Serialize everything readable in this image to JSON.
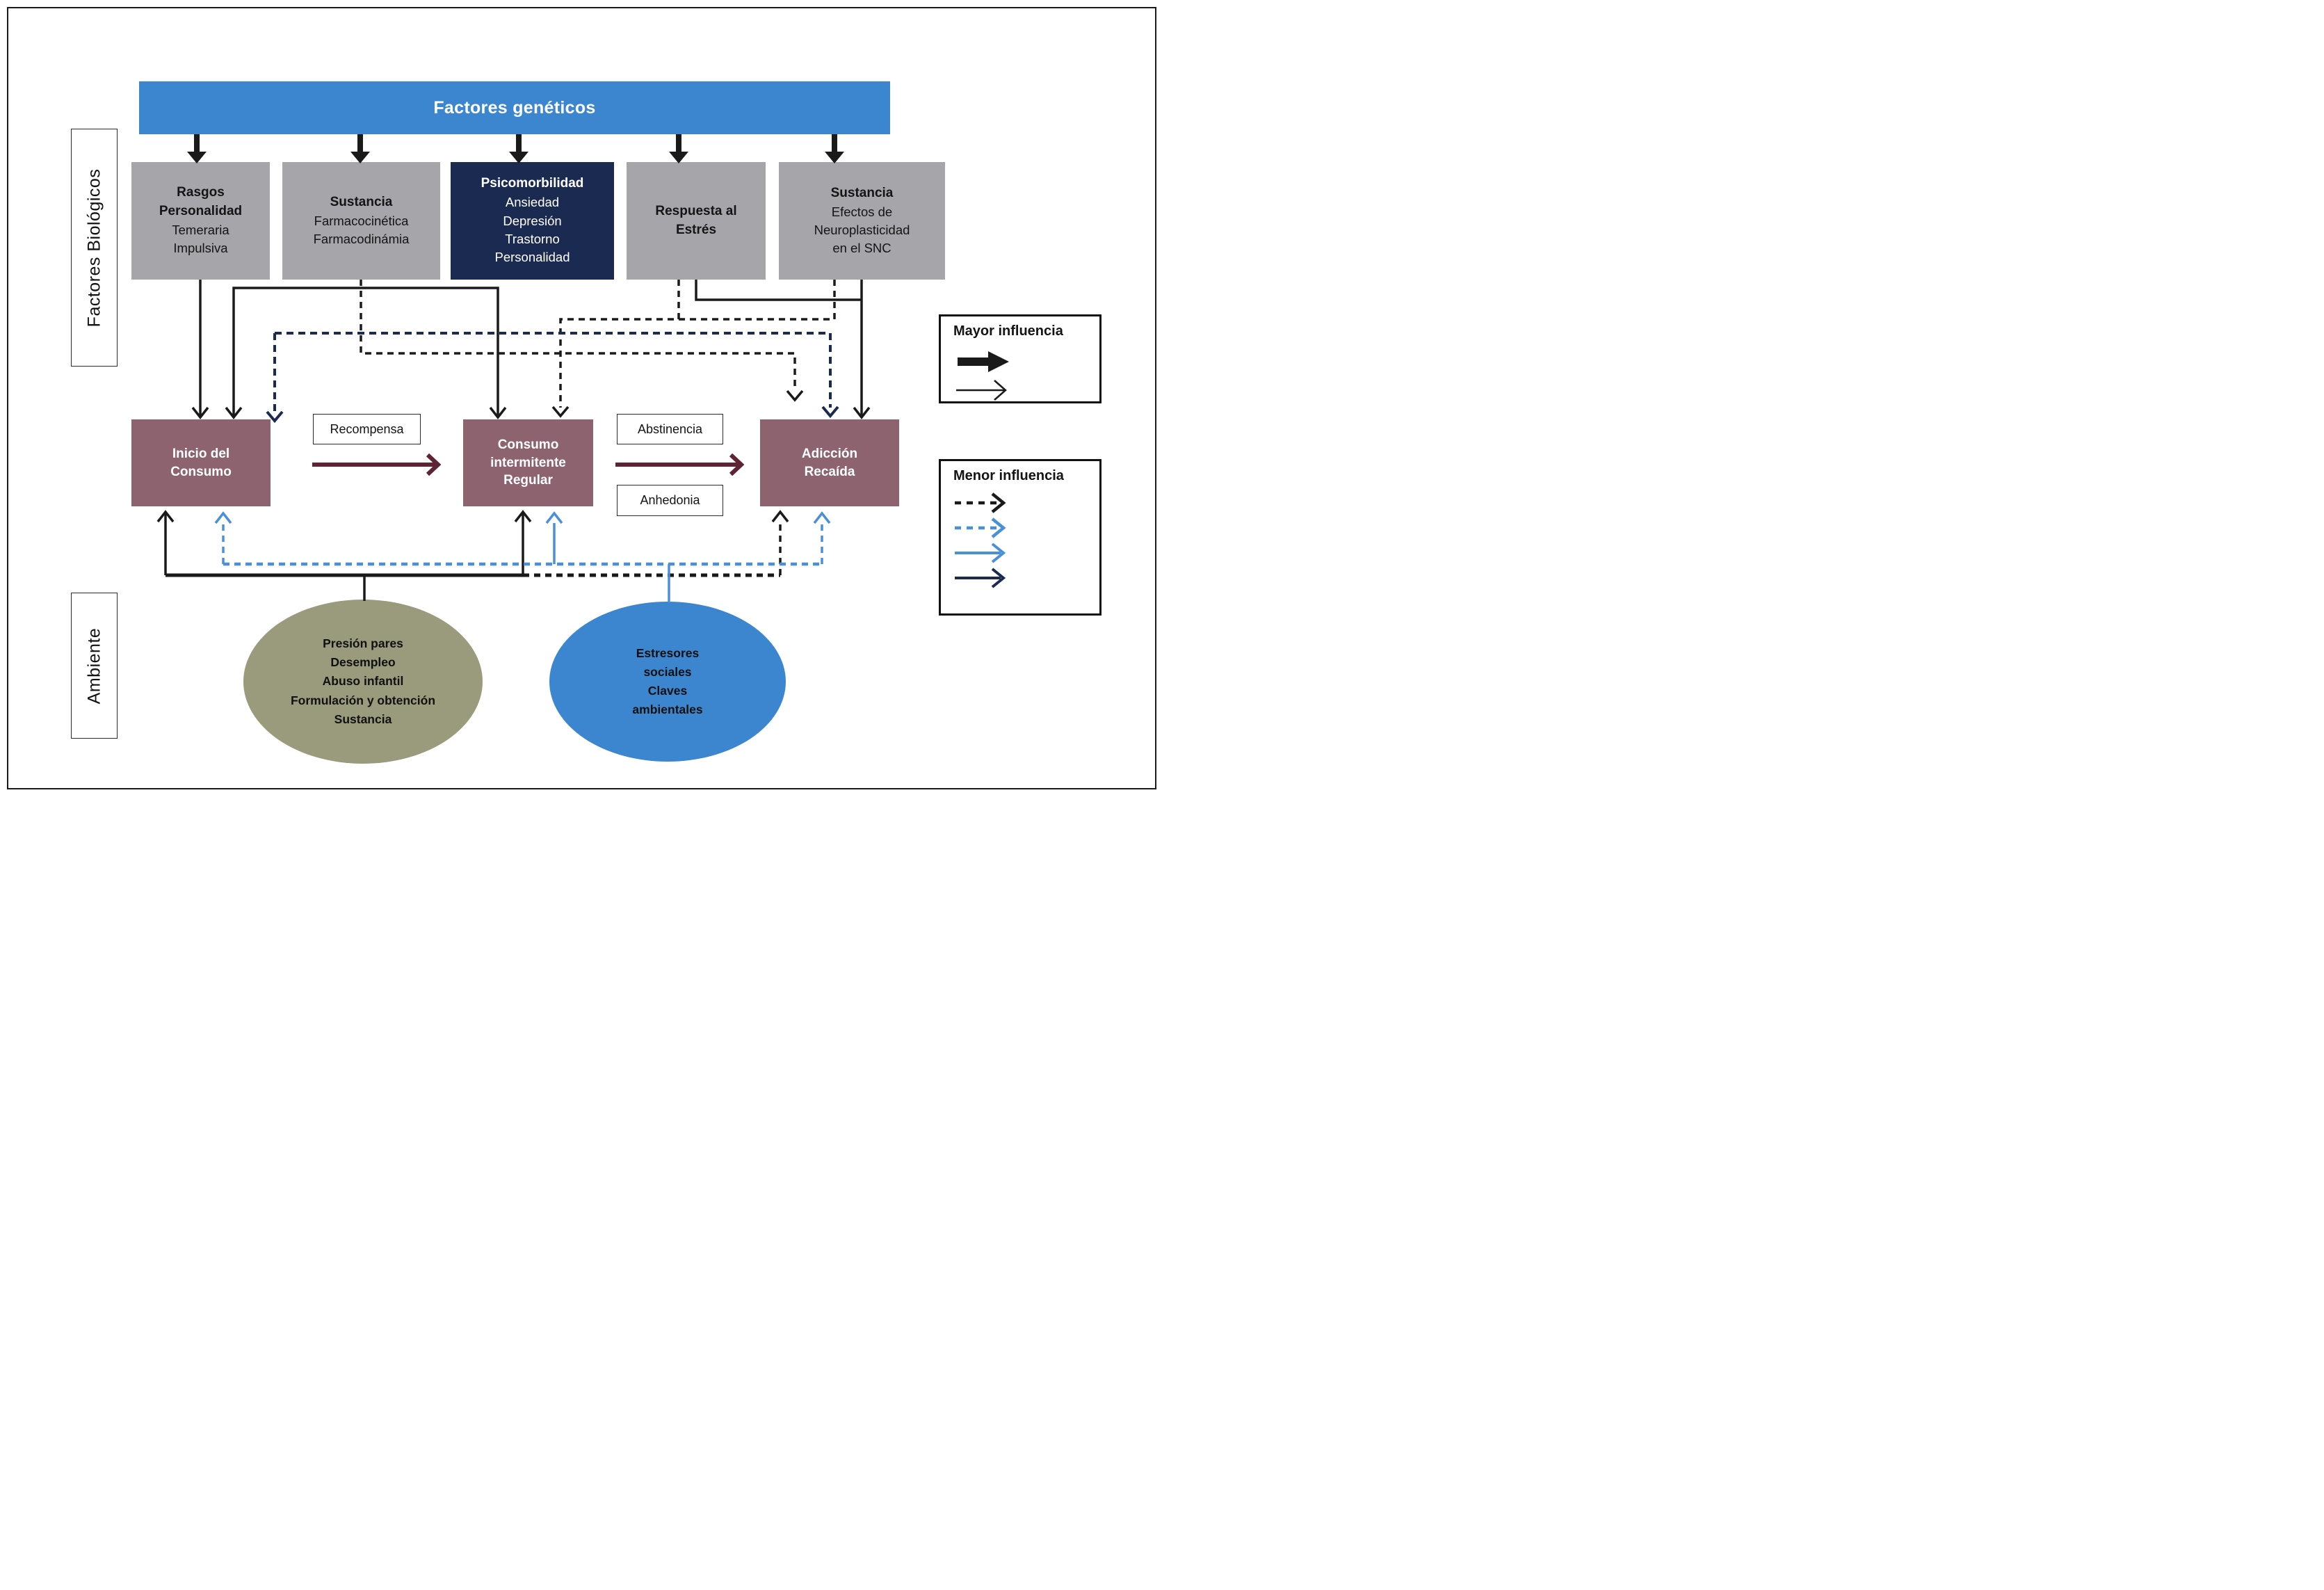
{
  "banner": {
    "label": "Factores genéticos"
  },
  "side_labels": {
    "biological": "Factores Biológicos",
    "environment": "Ambiente"
  },
  "factor_boxes": {
    "rasgos": {
      "l1": "Rasgos",
      "l2": "Personalidad",
      "l3": "Temeraria",
      "l4": "Impulsiva"
    },
    "sustancia_pk": {
      "l1": "Sustancia",
      "l2": "Farmacocinética",
      "l3": "Farmacodinámia"
    },
    "psicomorbilidad": {
      "l1": "Psicomorbilidad",
      "l2": "Ansiedad",
      "l3": "Depresión",
      "l4": "Trastorno",
      "l5": "Personalidad"
    },
    "respuesta": {
      "l1": "Respuesta al",
      "l2": "Estrés"
    },
    "sustancia_snc": {
      "l1": "Sustancia",
      "l2": "Efectos de",
      "l3": "Neuroplasticidad",
      "l4": "en el SNC"
    }
  },
  "stage_boxes": {
    "inicio": {
      "l1": "Inicio del",
      "l2": "Consumo"
    },
    "consumo": {
      "l1": "Consumo",
      "l2": "intermitente",
      "l3": "Regular"
    },
    "adiccion": {
      "l1": "Adicción",
      "l2": "Recaída"
    }
  },
  "transition_labels": {
    "recompensa": "Recompensa",
    "abstinencia": "Abstinencia",
    "anhedonia": "Anhedonia"
  },
  "ellipses": {
    "ambiente_olive": {
      "l1": "Presión pares",
      "l2": "Desempleo",
      "l3": "Abuso infantil",
      "l4": "Formulación y obtención",
      "l5": "Sustancia"
    },
    "ambiente_blue": {
      "l1": "Estresores",
      "l2": "sociales",
      "l3": "Claves",
      "l4": "ambientales"
    }
  },
  "legend": {
    "major_title": "Mayor influencia",
    "minor_title": "Menor influencia"
  },
  "colors": {
    "banner_blue": "#3c86d0",
    "box_gray": "#a6a5aa",
    "box_navy": "#1b2a50",
    "box_maroon": "#8e6370",
    "arrow_maroon": "#5e2433",
    "ellipse_olive": "#9a9a7d",
    "ellipse_blue": "#3c86d0",
    "arrow_light_blue": "#4a90d9",
    "arrow_black": "#1a1a1a"
  }
}
